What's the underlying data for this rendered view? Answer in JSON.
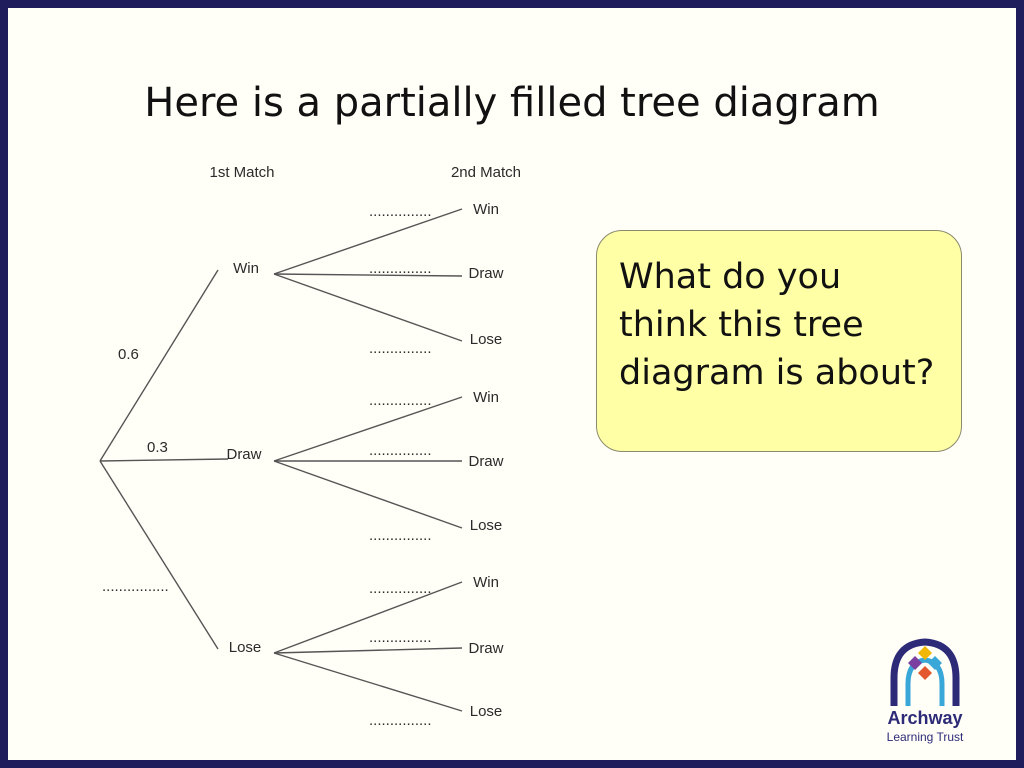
{
  "slide": {
    "title": "Here is a partially filled tree diagram",
    "callout": "What do you think this tree diagram is about?"
  },
  "tree": {
    "level1_header": "1st Match",
    "level2_header": "2nd Match",
    "outcomes": [
      "Win",
      "Draw",
      "Lose"
    ],
    "first_match_probabilities": [
      "0.6",
      "0.3",
      "................"
    ],
    "second_match_probabilities": [
      [
        "...............",
        "...............",
        "..............."
      ],
      [
        "...............",
        "...............",
        "..............."
      ],
      [
        "...............",
        "...............",
        "..............."
      ]
    ]
  },
  "logo": {
    "name": "Archway",
    "tagline": "Learning Trust",
    "colors": [
      "#2d2b78",
      "#7b3fa0",
      "#e4572e",
      "#f2b705",
      "#3aa7d9"
    ]
  }
}
